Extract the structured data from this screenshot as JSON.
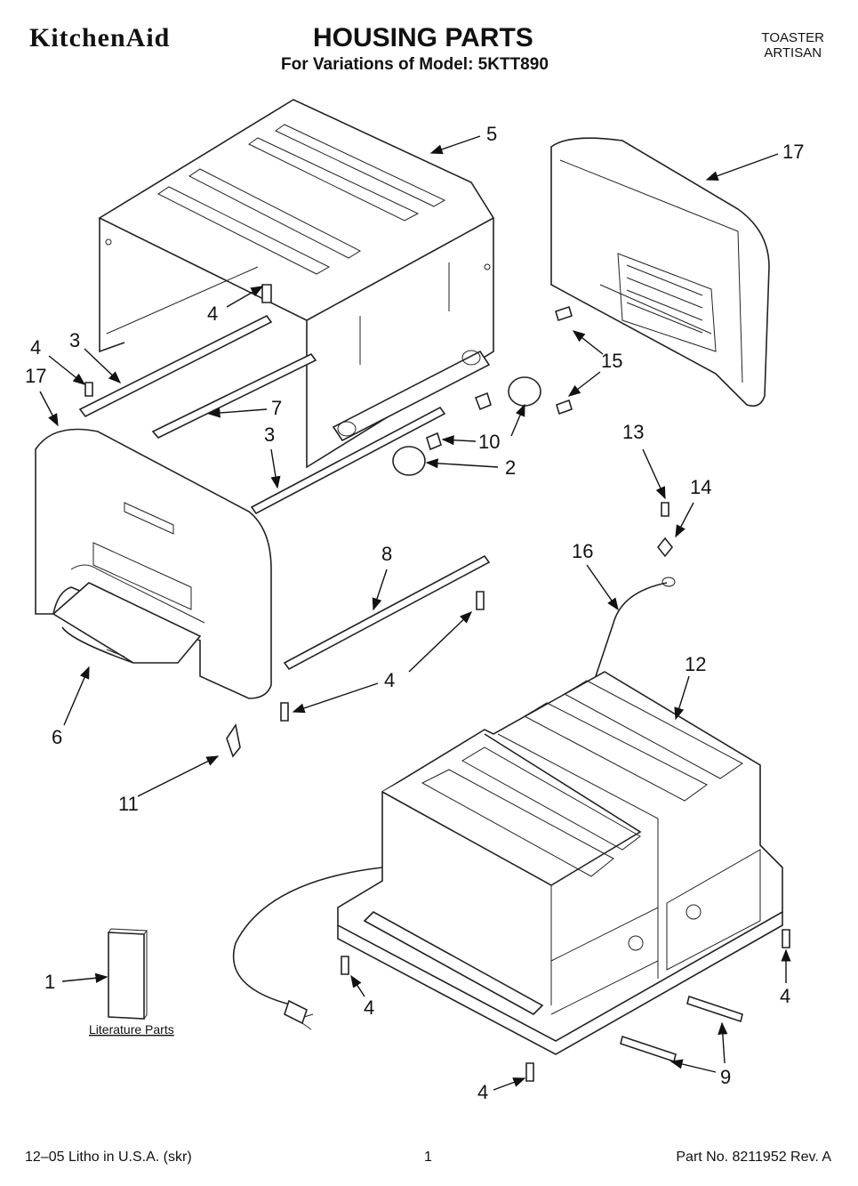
{
  "header": {
    "brand": "KitchenAid",
    "title": "HOUSING PARTS",
    "subtitle": "For Variations of Model: 5KTT890",
    "product_type_line1": "TOASTER",
    "product_type_line2": "ARTISAN"
  },
  "callouts": {
    "c1": "1",
    "c2": "2",
    "c3a": "3",
    "c3b": "3",
    "c4a": "4",
    "c4b": "4",
    "c4c": "4",
    "c4d": "4",
    "c4e": "4",
    "c4f": "4",
    "c5": "5",
    "c6": "6",
    "c7": "7",
    "c8": "8",
    "c9": "9",
    "c10": "10",
    "c11": "11",
    "c12": "12",
    "c13": "13",
    "c14": "14",
    "c15": "15",
    "c16": "16",
    "c17a": "17",
    "c17b": "17"
  },
  "literature_label": "Literature Parts",
  "footer": {
    "litho": "12–05 Litho in U.S.A. (skr)",
    "page": "1",
    "part_no": "Part No. 8211952 Rev. A"
  }
}
